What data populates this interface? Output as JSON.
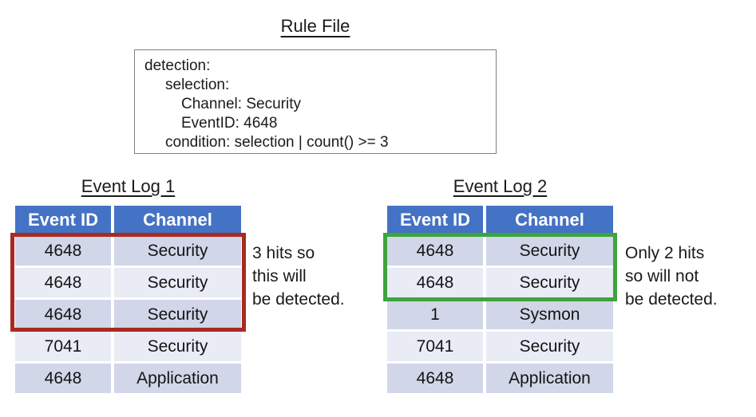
{
  "figure": {
    "rule_file": {
      "title": "Rule File",
      "lines": [
        "detection:",
        "selection:",
        "Channel: Security",
        "EventID: 4648",
        "condition: selection | count() >= 3"
      ]
    },
    "event_logs": [
      {
        "title": "Event Log 1",
        "columns": [
          "Event ID",
          "Channel"
        ],
        "rows": [
          [
            "4648",
            "Security"
          ],
          [
            "4648",
            "Security"
          ],
          [
            "4648",
            "Security"
          ],
          [
            "7041",
            "Security"
          ],
          [
            "4648",
            "Application"
          ]
        ],
        "highlight": {
          "color": "#A82A20",
          "rows_covered": 3
        },
        "note_lines": [
          "3 hits so",
          "this will",
          "be detected."
        ]
      },
      {
        "title": "Event Log 2",
        "columns": [
          "Event ID",
          "Channel"
        ],
        "rows": [
          [
            "4648",
            "Security"
          ],
          [
            "4648",
            "Security"
          ],
          [
            "1",
            "Sysmon"
          ],
          [
            "7041",
            "Security"
          ],
          [
            "4648",
            "Application"
          ]
        ],
        "highlight": {
          "color": "#3EA43C",
          "rows_covered": 2
        },
        "note_lines": [
          "Only 2 hits",
          "so will not",
          "be detected."
        ]
      }
    ],
    "colors": {
      "table_header_bg": "#4472C4",
      "table_header_text": "#FFFFFF",
      "row_band_dark": "#D1D6E8",
      "row_band_light": "#E9EBF5",
      "red_highlight": "#A82A20",
      "green_highlight": "#3EA43C",
      "rule_box_border": "#7F7F7F"
    }
  }
}
